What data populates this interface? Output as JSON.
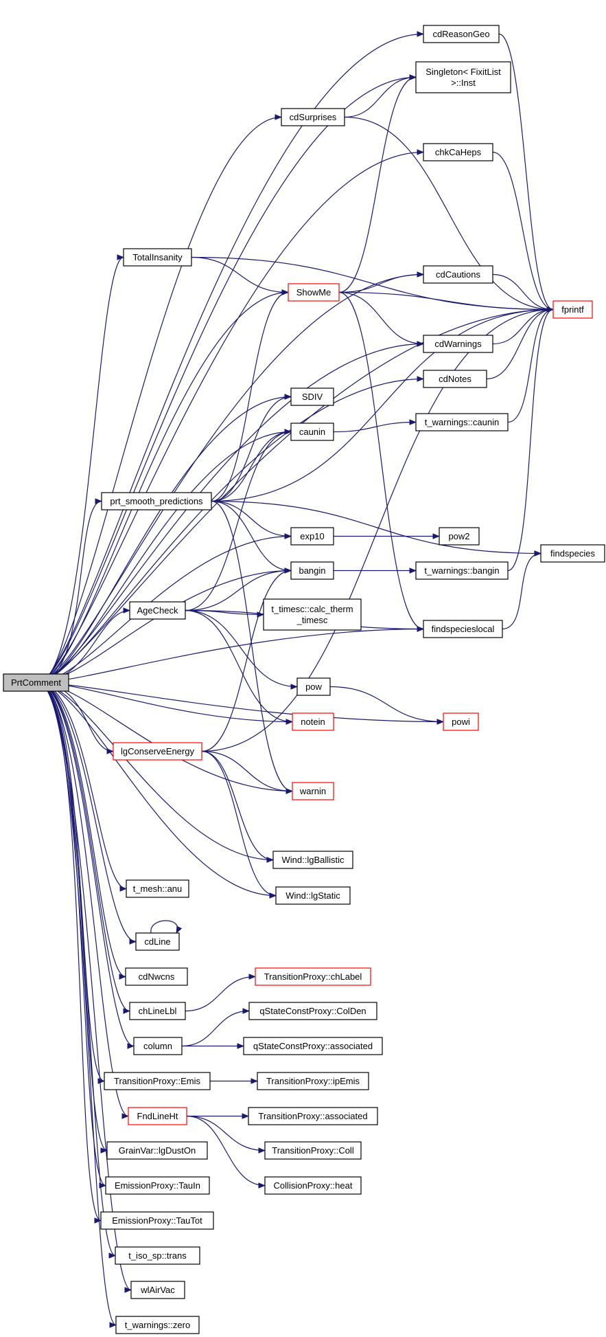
{
  "graph": {
    "edge_color": "#191970",
    "highlight_color": "#ff0000",
    "root_fill": "#bfbfbf",
    "nodes": [
      {
        "id": "PrtComment",
        "lines": [
          "PrtComment"
        ],
        "kind": "root"
      },
      {
        "id": "cdReasonGeo",
        "lines": [
          "cdReasonGeo"
        ]
      },
      {
        "id": "Singleton",
        "lines": [
          "Singleton< FixitList",
          ">::Inst"
        ]
      },
      {
        "id": "cdSurprises",
        "lines": [
          "cdSurprises"
        ]
      },
      {
        "id": "chkCaHeps",
        "lines": [
          "chkCaHeps"
        ]
      },
      {
        "id": "TotalInsanity",
        "lines": [
          "TotalInsanity"
        ]
      },
      {
        "id": "ShowMe",
        "lines": [
          "ShowMe"
        ],
        "kind": "red"
      },
      {
        "id": "cdCautions",
        "lines": [
          "cdCautions"
        ]
      },
      {
        "id": "fprintf",
        "lines": [
          "fprintf"
        ],
        "kind": "red"
      },
      {
        "id": "cdWarnings",
        "lines": [
          "cdWarnings"
        ]
      },
      {
        "id": "cdNotes",
        "lines": [
          "cdNotes"
        ]
      },
      {
        "id": "SDIV",
        "lines": [
          "SDIV"
        ]
      },
      {
        "id": "caunin",
        "lines": [
          "caunin"
        ]
      },
      {
        "id": "t_warnings_caunin",
        "lines": [
          "t_warnings::caunin"
        ]
      },
      {
        "id": "prt_smooth_predictions",
        "lines": [
          "prt_smooth_predictions"
        ]
      },
      {
        "id": "exp10",
        "lines": [
          "exp10"
        ]
      },
      {
        "id": "pow2",
        "lines": [
          "pow2"
        ]
      },
      {
        "id": "findspecies",
        "lines": [
          "findspecies"
        ]
      },
      {
        "id": "bangin",
        "lines": [
          "bangin"
        ]
      },
      {
        "id": "t_warnings_bangin",
        "lines": [
          "t_warnings::bangin"
        ]
      },
      {
        "id": "AgeCheck",
        "lines": [
          "AgeCheck"
        ]
      },
      {
        "id": "calc_therm_timesc",
        "lines": [
          "t_timesc::calc_therm",
          "_timesc"
        ]
      },
      {
        "id": "findspecieslocal",
        "lines": [
          "findspecieslocal"
        ]
      },
      {
        "id": "pow",
        "lines": [
          "pow"
        ]
      },
      {
        "id": "notein",
        "lines": [
          "notein"
        ],
        "kind": "red"
      },
      {
        "id": "powi",
        "lines": [
          "powi"
        ],
        "kind": "red"
      },
      {
        "id": "lgConserveEnergy",
        "lines": [
          "lgConserveEnergy"
        ],
        "kind": "red"
      },
      {
        "id": "warnin",
        "lines": [
          "warnin"
        ],
        "kind": "red"
      },
      {
        "id": "Wind_lgBallistic",
        "lines": [
          "Wind::lgBallistic"
        ]
      },
      {
        "id": "t_mesh_anu",
        "lines": [
          "t_mesh::anu"
        ]
      },
      {
        "id": "Wind_lgStatic",
        "lines": [
          "Wind::lgStatic"
        ]
      },
      {
        "id": "cdLine",
        "lines": [
          "cdLine"
        ]
      },
      {
        "id": "cdNwcns",
        "lines": [
          "cdNwcns"
        ]
      },
      {
        "id": "TP_chLabel",
        "lines": [
          "TransitionProxy::chLabel"
        ],
        "kind": "red"
      },
      {
        "id": "chLineLbl",
        "lines": [
          "chLineLbl"
        ]
      },
      {
        "id": "qSCP_ColDen",
        "lines": [
          "qStateConstProxy::ColDen"
        ]
      },
      {
        "id": "column",
        "lines": [
          "column"
        ]
      },
      {
        "id": "qSCP_associated",
        "lines": [
          "qStateConstProxy::associated"
        ]
      },
      {
        "id": "TP_Emis",
        "lines": [
          "TransitionProxy::Emis"
        ]
      },
      {
        "id": "TP_ipEmis",
        "lines": [
          "TransitionProxy::ipEmis"
        ]
      },
      {
        "id": "FndLineHt",
        "lines": [
          "FndLineHt"
        ],
        "kind": "red"
      },
      {
        "id": "TP_associated",
        "lines": [
          "TransitionProxy::associated"
        ]
      },
      {
        "id": "GrainVar_lgDustOn",
        "lines": [
          "GrainVar::lgDustOn"
        ]
      },
      {
        "id": "TP_Coll",
        "lines": [
          "TransitionProxy::Coll"
        ]
      },
      {
        "id": "EP_TauIn",
        "lines": [
          "EmissionProxy::TauIn"
        ]
      },
      {
        "id": "CP_heat",
        "lines": [
          "CollisionProxy::heat"
        ]
      },
      {
        "id": "EP_TauTot",
        "lines": [
          "EmissionProxy::TauTot"
        ]
      },
      {
        "id": "t_iso_sp_trans",
        "lines": [
          "t_iso_sp::trans"
        ]
      },
      {
        "id": "wlAirVac",
        "lines": [
          "wlAirVac"
        ]
      },
      {
        "id": "t_warnings_zero",
        "lines": [
          "t_warnings::zero"
        ]
      }
    ],
    "edges": [
      [
        "PrtComment",
        "cdReasonGeo"
      ],
      [
        "PrtComment",
        "Singleton"
      ],
      [
        "PrtComment",
        "cdSurprises"
      ],
      [
        "PrtComment",
        "chkCaHeps"
      ],
      [
        "PrtComment",
        "fprintf"
      ],
      [
        "PrtComment",
        "cdCautions"
      ],
      [
        "PrtComment",
        "TotalInsanity"
      ],
      [
        "PrtComment",
        "ShowMe"
      ],
      [
        "PrtComment",
        "cdWarnings"
      ],
      [
        "PrtComment",
        "cdNotes"
      ],
      [
        "PrtComment",
        "SDIV"
      ],
      [
        "PrtComment",
        "caunin"
      ],
      [
        "PrtComment",
        "prt_smooth_predictions"
      ],
      [
        "PrtComment",
        "exp10"
      ],
      [
        "PrtComment",
        "bangin"
      ],
      [
        "PrtComment",
        "AgeCheck"
      ],
      [
        "PrtComment",
        "findspecieslocal"
      ],
      [
        "PrtComment",
        "notein"
      ],
      [
        "PrtComment",
        "powi"
      ],
      [
        "PrtComment",
        "lgConserveEnergy"
      ],
      [
        "PrtComment",
        "warnin"
      ],
      [
        "PrtComment",
        "Wind_lgBallistic"
      ],
      [
        "PrtComment",
        "t_mesh_anu"
      ],
      [
        "PrtComment",
        "Wind_lgStatic"
      ],
      [
        "PrtComment",
        "cdLine"
      ],
      [
        "PrtComment",
        "cdNwcns"
      ],
      [
        "PrtComment",
        "chLineLbl"
      ],
      [
        "PrtComment",
        "column"
      ],
      [
        "PrtComment",
        "TP_Emis"
      ],
      [
        "PrtComment",
        "FndLineHt"
      ],
      [
        "PrtComment",
        "GrainVar_lgDustOn"
      ],
      [
        "PrtComment",
        "EP_TauIn"
      ],
      [
        "PrtComment",
        "EP_TauTot"
      ],
      [
        "PrtComment",
        "t_iso_sp_trans"
      ],
      [
        "PrtComment",
        "wlAirVac"
      ],
      [
        "PrtComment",
        "t_warnings_zero"
      ],
      [
        "cdReasonGeo",
        "fprintf"
      ],
      [
        "cdSurprises",
        "Singleton"
      ],
      [
        "cdSurprises",
        "fprintf"
      ],
      [
        "chkCaHeps",
        "fprintf"
      ],
      [
        "TotalInsanity",
        "fprintf"
      ],
      [
        "TotalInsanity",
        "ShowMe"
      ],
      [
        "ShowMe",
        "Singleton"
      ],
      [
        "ShowMe",
        "cdCautions"
      ],
      [
        "ShowMe",
        "fprintf"
      ],
      [
        "ShowMe",
        "cdWarnings"
      ],
      [
        "ShowMe",
        "findspecieslocal"
      ],
      [
        "cdCautions",
        "fprintf"
      ],
      [
        "cdWarnings",
        "fprintf"
      ],
      [
        "cdNotes",
        "fprintf"
      ],
      [
        "caunin",
        "t_warnings_caunin"
      ],
      [
        "t_warnings_caunin",
        "fprintf"
      ],
      [
        "prt_smooth_predictions",
        "ShowMe"
      ],
      [
        "prt_smooth_predictions",
        "SDIV"
      ],
      [
        "prt_smooth_predictions",
        "caunin"
      ],
      [
        "prt_smooth_predictions",
        "fprintf"
      ],
      [
        "prt_smooth_predictions",
        "findspecies"
      ],
      [
        "prt_smooth_predictions",
        "exp10"
      ],
      [
        "prt_smooth_predictions",
        "bangin"
      ],
      [
        "prt_smooth_predictions",
        "warnin"
      ],
      [
        "exp10",
        "pow2"
      ],
      [
        "bangin",
        "t_warnings_bangin"
      ],
      [
        "t_warnings_bangin",
        "fprintf"
      ],
      [
        "AgeCheck",
        "caunin"
      ],
      [
        "AgeCheck",
        "bangin"
      ],
      [
        "AgeCheck",
        "calc_therm_timesc"
      ],
      [
        "AgeCheck",
        "findspecieslocal"
      ],
      [
        "AgeCheck",
        "pow"
      ],
      [
        "AgeCheck",
        "notein"
      ],
      [
        "findspecieslocal",
        "findspecies"
      ],
      [
        "pow",
        "powi"
      ],
      [
        "lgConserveEnergy",
        "bangin"
      ],
      [
        "lgConserveEnergy",
        "warnin"
      ],
      [
        "lgConserveEnergy",
        "fprintf"
      ],
      [
        "lgConserveEnergy",
        "Wind_lgBallistic"
      ],
      [
        "lgConserveEnergy",
        "Wind_lgStatic"
      ],
      [
        "cdLine",
        "cdLine"
      ],
      [
        "chLineLbl",
        "TP_chLabel"
      ],
      [
        "column",
        "qSCP_ColDen"
      ],
      [
        "column",
        "qSCP_associated"
      ],
      [
        "TP_Emis",
        "TP_ipEmis"
      ],
      [
        "FndLineHt",
        "TP_associated"
      ],
      [
        "FndLineHt",
        "TP_Coll"
      ],
      [
        "FndLineHt",
        "CP_heat"
      ]
    ]
  }
}
